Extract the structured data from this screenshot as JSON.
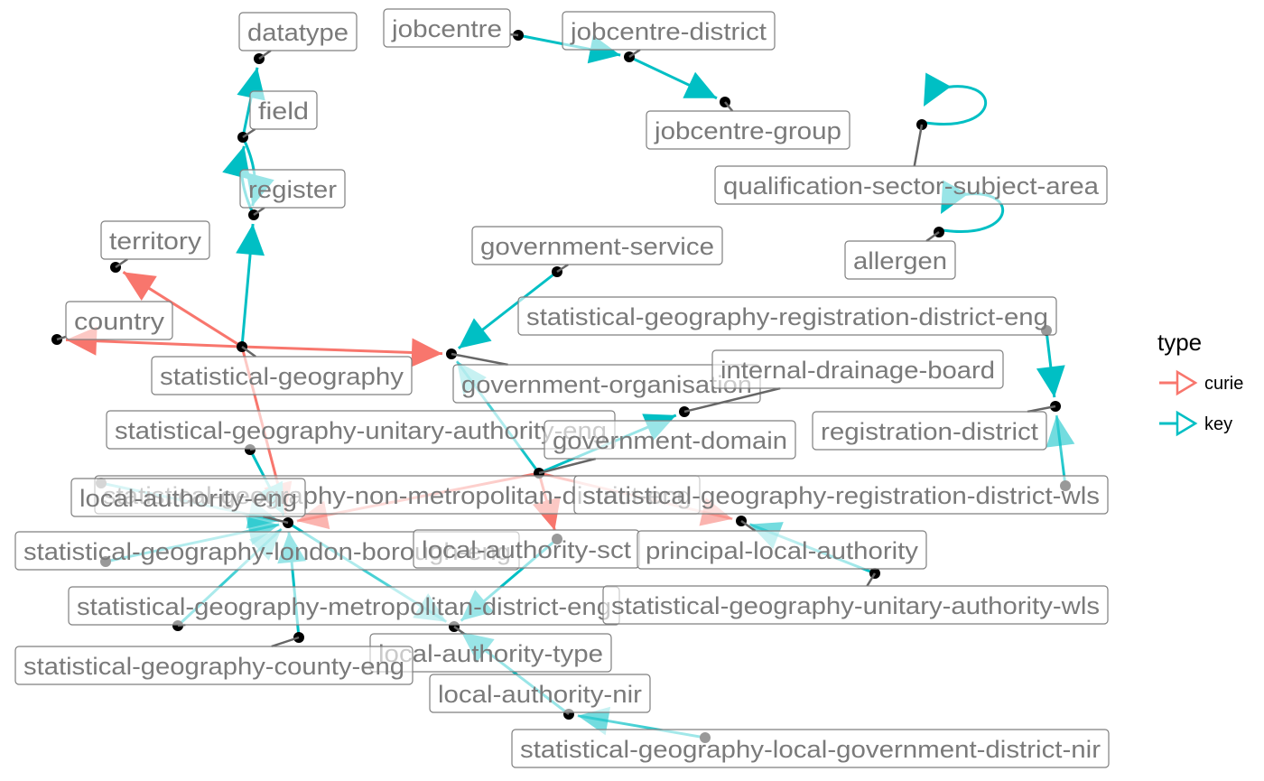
{
  "colors": {
    "curie": "#F8766D",
    "key": "#00BFC4",
    "node": "#000000",
    "leader": "#666666"
  },
  "legend": {
    "title": "type",
    "items": [
      {
        "label": "curie",
        "color": "#F8766D"
      },
      {
        "label": "key",
        "color": "#00BFC4"
      }
    ]
  },
  "nodes": [
    {
      "id": "datatype",
      "label": "datatype"
    },
    {
      "id": "field",
      "label": "field"
    },
    {
      "id": "register",
      "label": "register"
    },
    {
      "id": "jobcentre",
      "label": "jobcentre"
    },
    {
      "id": "jobcentre-district",
      "label": "jobcentre-district"
    },
    {
      "id": "jobcentre-group",
      "label": "jobcentre-group"
    },
    {
      "id": "qualification-sector-subject-area",
      "label": "qualification-sector-subject-area"
    },
    {
      "id": "allergen",
      "label": "allergen"
    },
    {
      "id": "territory",
      "label": "territory"
    },
    {
      "id": "country",
      "label": "country"
    },
    {
      "id": "statistical-geography",
      "label": "statistical-geography"
    },
    {
      "id": "government-service",
      "label": "government-service"
    },
    {
      "id": "statistical-geography-registration-district-eng",
      "label": "statistical-geography-registration-district-eng"
    },
    {
      "id": "government-organisation",
      "label": "government-organisation"
    },
    {
      "id": "internal-drainage-board",
      "label": "internal-drainage-board"
    },
    {
      "id": "registration-district",
      "label": "registration-district"
    },
    {
      "id": "statistical-geography-unitary-authority-eng",
      "label": "statistical-geography-unitary-authority-eng"
    },
    {
      "id": "government-domain",
      "label": "government-domain"
    },
    {
      "id": "statistical-geography-non-metropolitan-district-eng",
      "label": "statistical-geography-non-metropolitan-district-eng"
    },
    {
      "id": "local-authority-eng",
      "label": "local-authority-eng"
    },
    {
      "id": "statistical-geography-registration-district-wls",
      "label": "statistical-geography-registration-district-wls"
    },
    {
      "id": "statistical-geography-london-borough-eng",
      "label": "statistical-geography-london-borough-eng"
    },
    {
      "id": "local-authority-sct",
      "label": "local-authority-sct"
    },
    {
      "id": "principal-local-authority",
      "label": "principal-local-authority"
    },
    {
      "id": "statistical-geography-metropolitan-district-eng",
      "label": "statistical-geography-metropolitan-district-eng"
    },
    {
      "id": "statistical-geography-unitary-authority-wls",
      "label": "statistical-geography-unitary-authority-wls"
    },
    {
      "id": "local-authority-type",
      "label": "local-authority-type"
    },
    {
      "id": "statistical-geography-county-eng",
      "label": "statistical-geography-county-eng"
    },
    {
      "id": "local-authority-nir",
      "label": "local-authority-nir"
    },
    {
      "id": "statistical-geography-local-government-district-nir",
      "label": "statistical-geography-local-government-district-nir"
    }
  ],
  "edges": [
    {
      "from": "field",
      "to": "datatype",
      "type": "key"
    },
    {
      "from": "register",
      "to": "field",
      "type": "key"
    },
    {
      "from": "field",
      "to": "register",
      "type": "key"
    },
    {
      "from": "statistical-geography",
      "to": "register",
      "type": "key"
    },
    {
      "from": "jobcentre",
      "to": "jobcentre-district",
      "type": "key"
    },
    {
      "from": "jobcentre-district",
      "to": "jobcentre-group",
      "type": "key"
    },
    {
      "from": "qualification-sector-subject-area",
      "to": "qualification-sector-subject-area",
      "type": "key"
    },
    {
      "from": "allergen",
      "to": "allergen",
      "type": "key"
    },
    {
      "from": "statistical-geography",
      "to": "territory",
      "type": "curie"
    },
    {
      "from": "statistical-geography",
      "to": "country",
      "type": "curie"
    },
    {
      "from": "statistical-geography",
      "to": "government-organisation",
      "type": "curie"
    },
    {
      "from": "statistical-geography",
      "to": "local-authority-eng",
      "type": "curie"
    },
    {
      "from": "government-service",
      "to": "government-organisation",
      "type": "key"
    },
    {
      "from": "statistical-geography-registration-district-eng",
      "to": "registration-district",
      "type": "key"
    },
    {
      "from": "statistical-geography-registration-district-wls",
      "to": "registration-district",
      "type": "key"
    },
    {
      "from": "government-domain",
      "to": "government-organisation",
      "type": "key"
    },
    {
      "from": "government-domain",
      "to": "internal-drainage-board",
      "type": "key"
    },
    {
      "from": "government-domain",
      "to": "local-authority-eng",
      "type": "curie"
    },
    {
      "from": "government-domain",
      "to": "local-authority-sct",
      "type": "curie"
    },
    {
      "from": "government-domain",
      "to": "principal-local-authority",
      "type": "curie"
    },
    {
      "from": "statistical-geography-unitary-authority-eng",
      "to": "local-authority-eng",
      "type": "key"
    },
    {
      "from": "statistical-geography-non-metropolitan-district-eng",
      "to": "local-authority-eng",
      "type": "key"
    },
    {
      "from": "statistical-geography-london-borough-eng",
      "to": "local-authority-eng",
      "type": "key"
    },
    {
      "from": "statistical-geography-metropolitan-district-eng",
      "to": "local-authority-eng",
      "type": "key"
    },
    {
      "from": "statistical-geography-county-eng",
      "to": "local-authority-eng",
      "type": "key"
    },
    {
      "from": "local-authority-eng",
      "to": "local-authority-type",
      "type": "key"
    },
    {
      "from": "local-authority-sct",
      "to": "local-authority-type",
      "type": "key"
    },
    {
      "from": "statistical-geography-unitary-authority-wls",
      "to": "principal-local-authority",
      "type": "key"
    },
    {
      "from": "local-authority-nir",
      "to": "local-authority-type",
      "type": "key"
    },
    {
      "from": "statistical-geography-local-government-district-nir",
      "to": "local-authority-nir",
      "type": "key"
    }
  ]
}
